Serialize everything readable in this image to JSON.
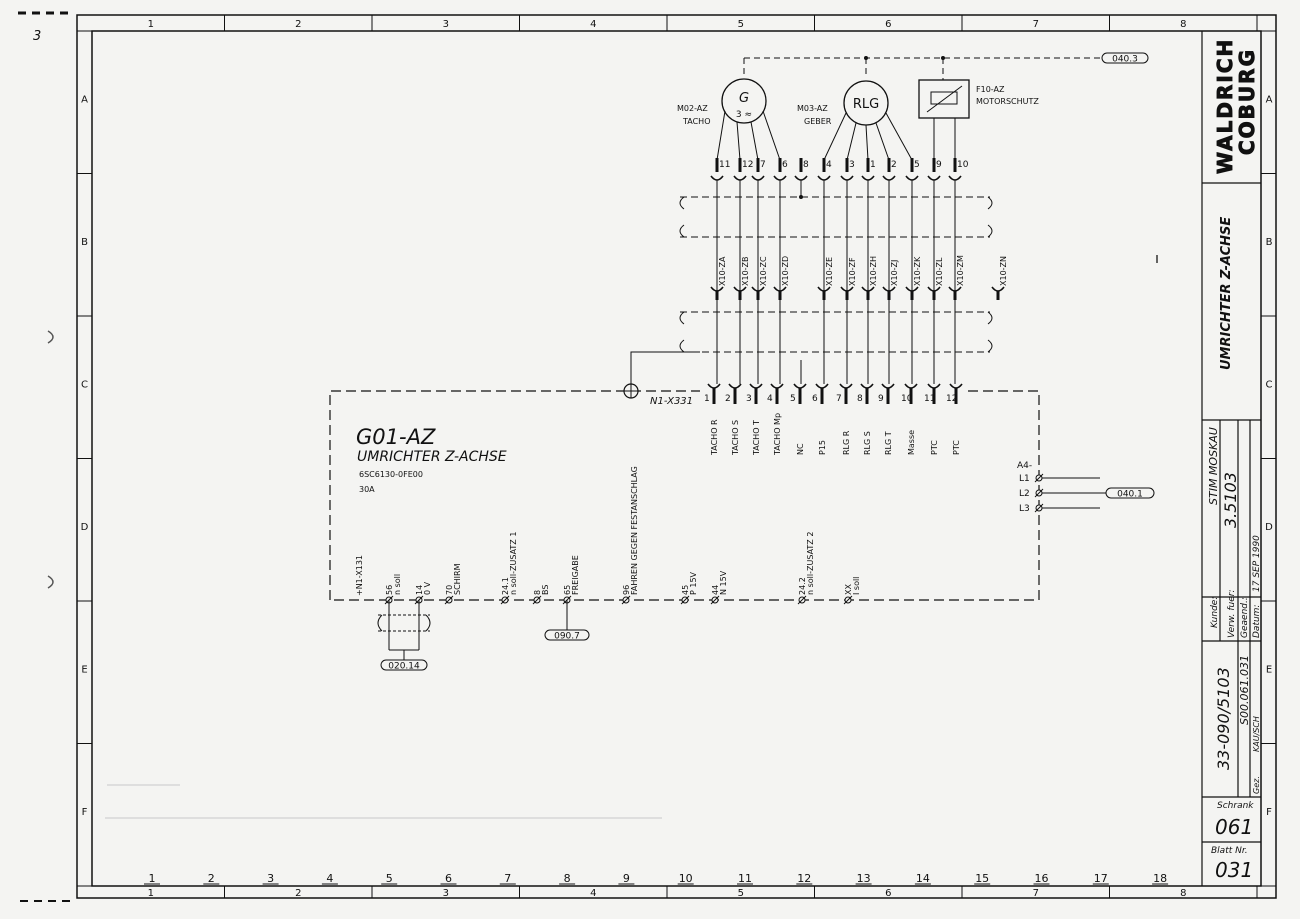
{
  "page_marks": {
    "top_left_number": "3"
  },
  "frame": {
    "columns": [
      "1",
      "2",
      "3",
      "4",
      "5",
      "6",
      "7",
      "8"
    ],
    "rows": [
      "A",
      "B",
      "C",
      "D",
      "E",
      "F"
    ],
    "path_numbers": [
      "1",
      "2",
      "3",
      "4",
      "5",
      "6",
      "7",
      "8",
      "9",
      "10",
      "11",
      "12",
      "13",
      "14",
      "15",
      "16",
      "17",
      "18"
    ]
  },
  "title_block": {
    "company_line1": "WALDRICH",
    "company_line2": "COBURG",
    "sheet_title": "UMRICHTER Z-ACHSE",
    "kunde_label": "Kunde:",
    "kunde_value": "STIM MOSKAU",
    "verw_label": "Verw. fuer:",
    "verw_value": "3.5103",
    "geaend_label": "Geaend.:",
    "datum_label": "Datum:",
    "datum_value": "17 SEP 1990",
    "drawing_number": "33-090/5103",
    "sub_number": "S00.061.031",
    "gez_label": "Gez.",
    "gez_value": "KAU/SCH",
    "schrank_label": "Schrank",
    "schrank_value": "061",
    "blatt_label": "Blatt Nr.",
    "blatt_value": "031"
  },
  "devices": {
    "tacho": {
      "symbol": "G",
      "sub": "3 ≈",
      "label1": "M02-AZ",
      "label2": "TACHO"
    },
    "geber": {
      "symbol": "RLG",
      "label1": "M03-AZ",
      "label2": "GEBER"
    },
    "motorschutz": {
      "label1": "F10-AZ",
      "label2": "MOTORSCHUTZ"
    },
    "ref_top": "040.3"
  },
  "top_pins": [
    "11",
    "12",
    "7",
    "6",
    "8",
    "4",
    "3",
    "1",
    "2",
    "5",
    "9",
    "10"
  ],
  "cable_labels": [
    "X10-ZA",
    "X10-ZB",
    "X10-ZC",
    "X10-ZD",
    "X10-ZE",
    "X10-ZF",
    "X10-ZH",
    "X10-ZJ",
    "X10-ZK",
    "X10-ZL",
    "X10-ZM",
    "X10-ZN"
  ],
  "converter": {
    "name": "G01-AZ",
    "description": "UMRICHTER Z-ACHSE",
    "part_number": "6SC6130-0FE00",
    "current": "30A",
    "connector": "N1-X331",
    "pins": [
      "1",
      "2",
      "3",
      "4",
      "5",
      "6",
      "7",
      "8",
      "9",
      "10",
      "11",
      "12"
    ],
    "signals": [
      "TACHO R",
      "TACHO S",
      "TACHO T",
      "TACHO Mp",
      "NC",
      "P15",
      "RLG R",
      "RLG S",
      "RLG T",
      "Masse",
      "PTC",
      "PTC"
    ],
    "power_header": "A4-",
    "phases": [
      "L1",
      "L2",
      "L3"
    ],
    "ref_power": "040.1",
    "bottom_connector": "+N1-X131",
    "bottom_terminals": [
      {
        "num": "56",
        "sig": "n soll"
      },
      {
        "num": "14",
        "sig": "0 V"
      },
      {
        "num": "70",
        "sig": "SCHIRM"
      },
      {
        "num": "24.1",
        "sig": "n soll-ZUSATZ 1"
      },
      {
        "num": "8",
        "sig": "BS"
      },
      {
        "num": "65",
        "sig": "FREIGABE"
      },
      {
        "num": "96",
        "sig": "FAHREN GEGEN FESTANSCHLAG"
      },
      {
        "num": "45",
        "sig": "P 15V"
      },
      {
        "num": "44",
        "sig": "N 15V"
      },
      {
        "num": "24.2",
        "sig": "n soll-ZUSATZ 2"
      },
      {
        "num": "XX",
        "sig": "I soll"
      }
    ],
    "ref_left": "020.14",
    "ref_mid": "090.7"
  }
}
